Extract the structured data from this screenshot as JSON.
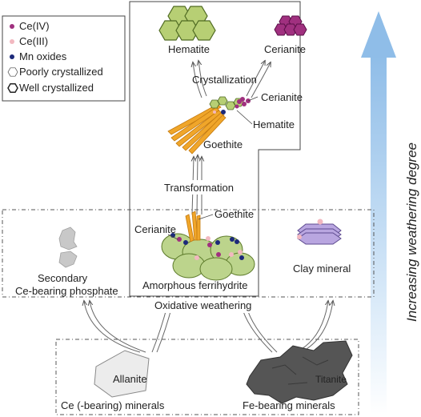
{
  "legend": {
    "items": [
      {
        "label": "Ce(IV)",
        "color": "#a0307f",
        "marker": "dot"
      },
      {
        "label": "Ce(III)",
        "color": "#f2b8c0",
        "marker": "dot"
      },
      {
        "label": "Mn oxides",
        "color": "#1c2a7a",
        "marker": "dot"
      },
      {
        "label": "Poorly crystallized",
        "marker": "hexagon-outline-thin"
      },
      {
        "label": "Well crystallized",
        "marker": "hexagon-outline-thick"
      }
    ]
  },
  "top_panel": {
    "hematite": "Hematite",
    "cerianite": "Cerianite",
    "crystallization": "Crystallization",
    "cerianite_2": "Cerianite",
    "hematite_2": "Hematite",
    "goethite": "Goethite"
  },
  "transformation": "Transformation",
  "middle_panel": {
    "cerianite": "Cerianite",
    "goethite": "Goethite",
    "amorphous": "Amorphous  ferrihydrite",
    "secondary_line1": "Secondary",
    "secondary_line2": "Ce-bearing phosphate",
    "clay": "Clay mineral"
  },
  "oxidative_weathering": "Oxidative weathering",
  "bottom_panel": {
    "allanite": "Allanite",
    "titanite": "Titanite",
    "ce_minerals": "Ce (-bearing) minerals",
    "fe_minerals": "Fe-bearing minerals"
  },
  "weathering_axis": "Increasing weathering degree",
  "colors": {
    "hematite_green": "#b7cf74",
    "cerianite_purple": "#a0307f",
    "goethite_orange": "#f0a62a",
    "ferrihydrite_green": "#bcd48c",
    "clay_purple": "#b9a6e0",
    "phosphate_gray": "#c8c8c8",
    "allanite_gray": "#ececec",
    "titanite_dark": "#555555",
    "arrow_blue": "#9cc6ec"
  }
}
